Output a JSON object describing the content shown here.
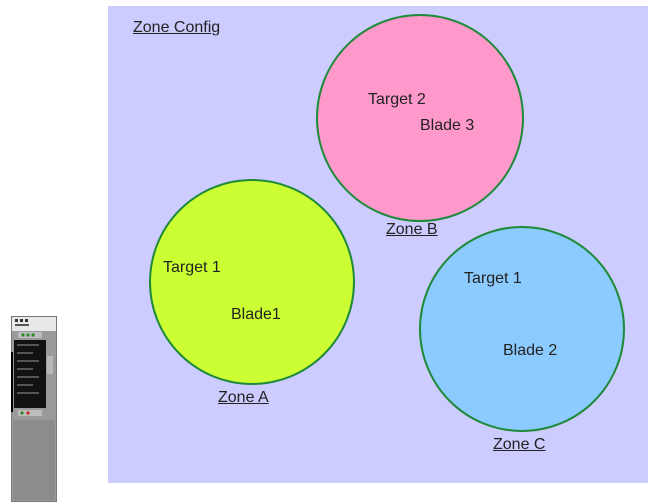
{
  "diagram": {
    "title": "Zone Config",
    "colors": {
      "panel": "#ccccff",
      "zone_a": "#ccff33",
      "zone_b": "#ff99cc",
      "zone_c": "#8bcbff",
      "outline": "#1f8a3a"
    },
    "zones": [
      {
        "name": "Zone A",
        "items": [
          "Target 1",
          "Blade1"
        ]
      },
      {
        "name": "Zone B",
        "items": [
          "Target 2",
          "Blade 3"
        ]
      },
      {
        "name": "Zone C",
        "items": [
          "Target 1",
          "Blade 2"
        ]
      }
    ]
  },
  "device": {
    "icon": "blade-server-icon"
  }
}
